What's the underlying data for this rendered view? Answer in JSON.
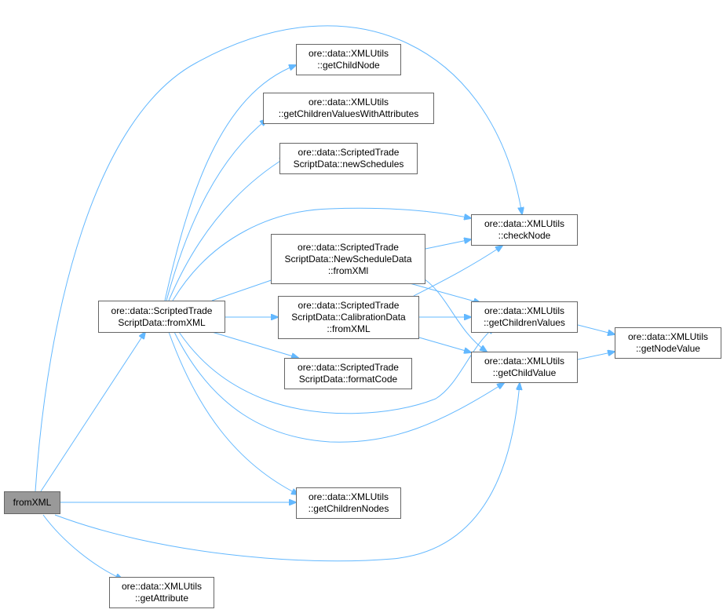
{
  "graph": {
    "edge_color": "#63b8ff",
    "root_color": "#999999",
    "nodes": {
      "root": {
        "lines": [
          "fromXML"
        ]
      },
      "main": {
        "lines": [
          "ore::data::ScriptedTrade",
          "ScriptData::fromXML"
        ]
      },
      "getChildNode": {
        "lines": [
          "ore::data::XMLUtils",
          "::getChildNode"
        ]
      },
      "getChildrenValuesWithAttributes": {
        "lines": [
          "ore::data::XMLUtils",
          "::getChildrenValuesWithAttributes"
        ]
      },
      "newSchedules": {
        "lines": [
          "ore::data::ScriptedTrade",
          "ScriptData::newSchedules"
        ]
      },
      "checkNode": {
        "lines": [
          "ore::data::XMLUtils",
          "::checkNode"
        ]
      },
      "newScheduleDataFromXML": {
        "lines": [
          "ore::data::ScriptedTrade",
          "ScriptData::NewScheduleData",
          "::fromXMl"
        ]
      },
      "calibrationDataFromXML": {
        "lines": [
          "ore::data::ScriptedTrade",
          "ScriptData::CalibrationData",
          "::fromXML"
        ]
      },
      "getChildrenValues": {
        "lines": [
          "ore::data::XMLUtils",
          "::getChildrenValues"
        ]
      },
      "getNodeValue": {
        "lines": [
          "ore::data::XMLUtils",
          "::getNodeValue"
        ]
      },
      "formatCode": {
        "lines": [
          "ore::data::ScriptedTrade",
          "ScriptData::formatCode"
        ]
      },
      "getChildValue": {
        "lines": [
          "ore::data::XMLUtils",
          "::getChildValue"
        ]
      },
      "getChildrenNodes": {
        "lines": [
          "ore::data::XMLUtils",
          "::getChildrenNodes"
        ]
      },
      "getAttribute": {
        "lines": [
          "ore::data::XMLUtils",
          "::getAttribute"
        ]
      }
    }
  }
}
